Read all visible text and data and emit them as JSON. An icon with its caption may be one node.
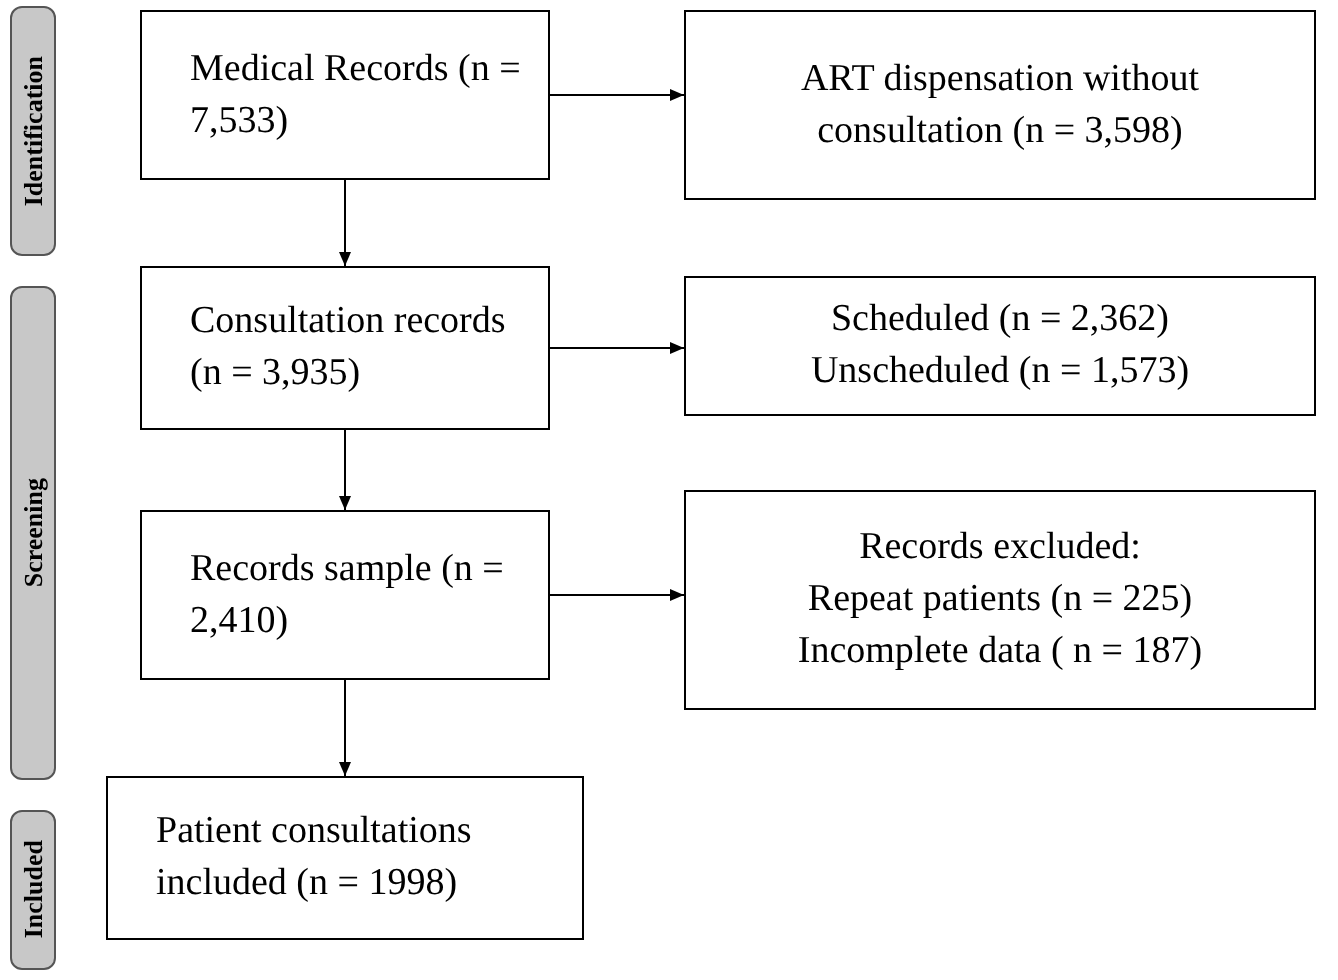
{
  "diagram": {
    "nodes": [
      {
        "text": [
          "Identification"
        ]
      },
      {
        "text": [
          "Medical Records (n = 7,533)"
        ]
      },
      {
        "text": [
          "ART dispensation without consultation (n = 3,598)"
        ]
      },
      {
        "text": [
          "Screening"
        ]
      },
      {
        "text": [
          "Consultation records (n = 3,935)"
        ]
      },
      {
        "text": [
          "Scheduled (n = 2,362)",
          "Unscheduled (n = 1,573)"
        ]
      },
      {
        "text": [
          "Records sample (n = 2,410)"
        ]
      },
      {
        "text": [
          "Records excluded:",
          "Repeat patients (n = 225)",
          "Incomplete data ( n = 187)"
        ]
      },
      {
        "text": [
          "Included"
        ]
      },
      {
        "text": [
          "Patient consultations included (n = 1998)"
        ]
      }
    ],
    "edges": [
      {
        "from": 1,
        "to": 2,
        "arrow": "to"
      },
      {
        "from": 1,
        "to": 4,
        "arrow": "to"
      },
      {
        "from": 4,
        "to": 5,
        "arrow": "to"
      },
      {
        "from": 4,
        "to": 6,
        "arrow": "to"
      },
      {
        "from": 6,
        "to": 7,
        "arrow": "to"
      },
      {
        "from": 6,
        "to": 9,
        "arrow": "to"
      }
    ]
  }
}
